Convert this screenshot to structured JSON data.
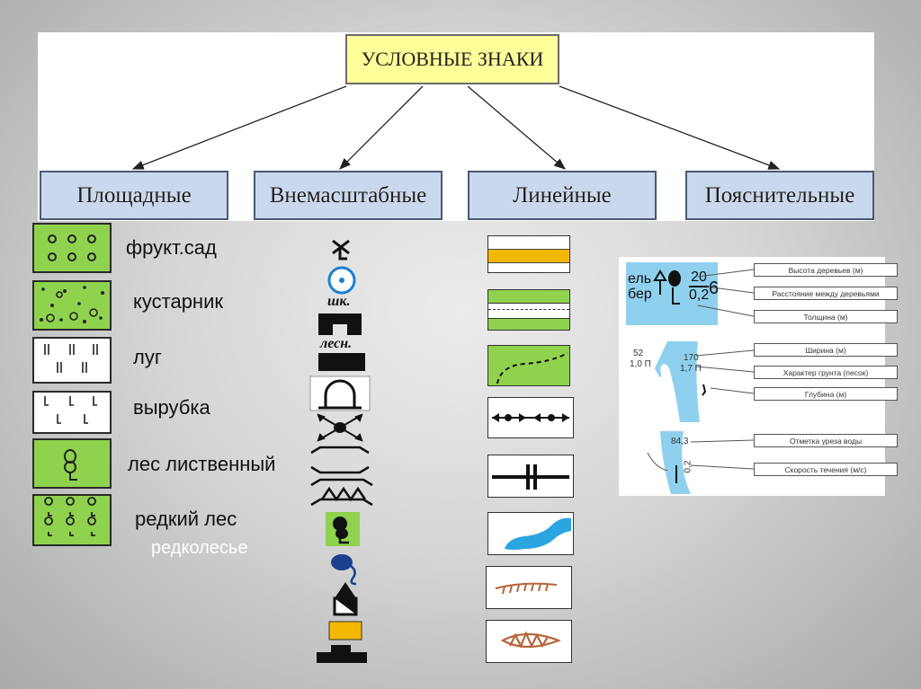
{
  "title": "УСЛОВНЫЕ ЗНАКИ",
  "categories": [
    "Площадные",
    "Внемасштабные",
    "Линейные",
    "Пояснительные"
  ],
  "areal": [
    {
      "label": "фрукт.сад",
      "icon": "orchard-icon"
    },
    {
      "label": "кустарник",
      "icon": "shrub-icon"
    },
    {
      "label": "луг",
      "icon": "meadow-icon"
    },
    {
      "label": "вырубка",
      "icon": "clearing-icon"
    },
    {
      "label": "лес лиственный",
      "icon": "deciduous-forest-icon"
    },
    {
      "label": "редкий лес",
      "icon": "sparse-forest-icon"
    }
  ],
  "sparse_forest_alt": "редколесье",
  "offscale_labels": {
    "school": "шк.",
    "forestry": "лесн."
  },
  "explanatory": {
    "tree_species": [
      "ель",
      "бер"
    ],
    "tree_fraction": {
      "top": "20",
      "bottom": "0,2",
      "right": "6"
    },
    "river_marks": {
      "width": "170",
      "soil": "1,7 П",
      "left_top": "52",
      "left_bottom": "1,0 П",
      "water_level": "84,3",
      "speed": "0,2"
    },
    "legend": [
      "Высота деревьев (м)",
      "Расстояние между деревьями",
      "Толщина  (м)",
      "Ширина (м)",
      "Характер грунта (песок)",
      "Глубина (м)",
      "Отметка уреза воды",
      "Скорость течения (м/с)"
    ]
  },
  "colors": {
    "title_bg": "#ffff99",
    "category_bg": "#c9d8ec",
    "map_green": "#8fd24e",
    "road_yellow": "#f5b800",
    "water_blue": "#2aa5e0",
    "ravine_brown": "#b5653a"
  }
}
